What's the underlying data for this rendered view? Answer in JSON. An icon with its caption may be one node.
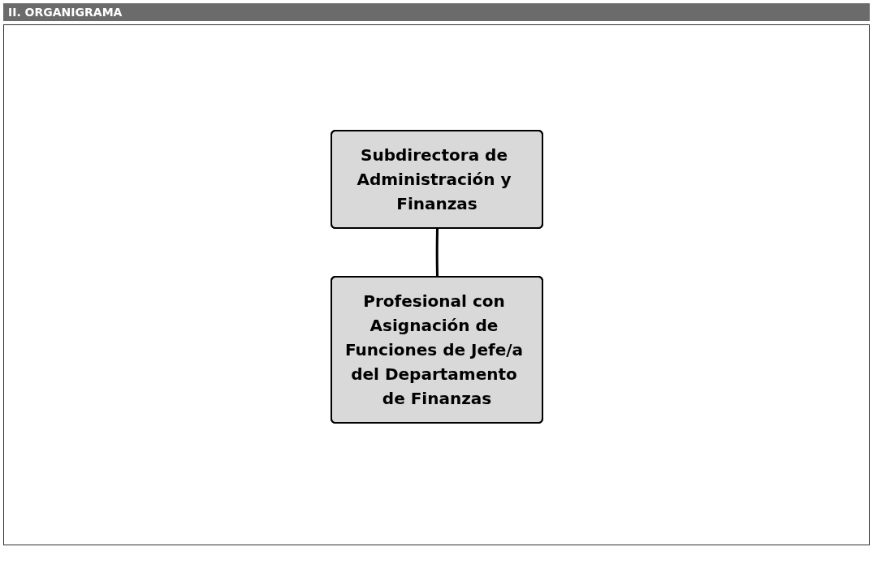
{
  "diagram": {
    "title": "II. ORGANIGRAMA",
    "nodes": [
      {
        "text": [
          "Subdirectora de Administración y Finanzas"
        ]
      },
      {
        "text": [
          "Profesional con Asignación de Funciones de Jefe/a del Departamento de Finanzas"
        ]
      }
    ],
    "edges": [
      {
        "from": 0,
        "to": 1,
        "arrow": "none"
      }
    ]
  }
}
